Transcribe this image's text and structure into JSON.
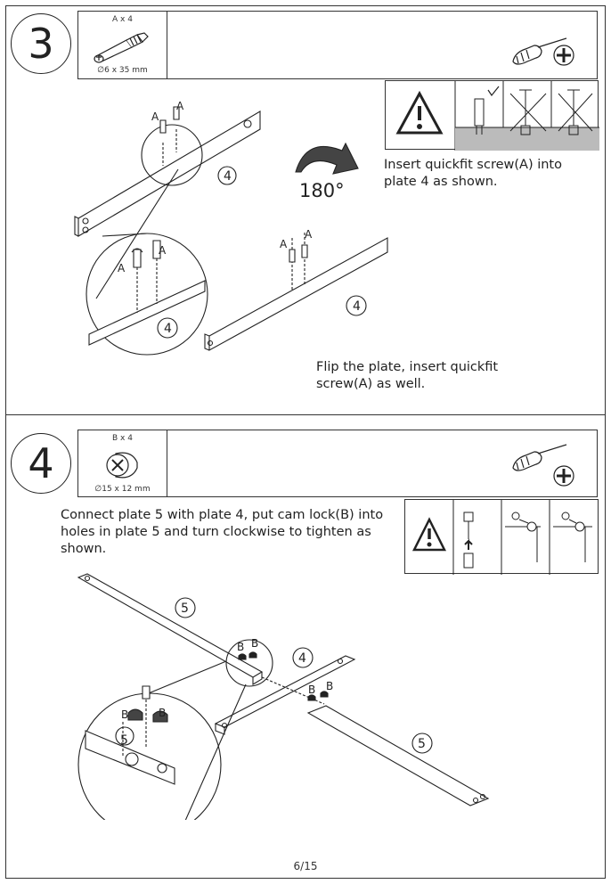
{
  "step3": {
    "number": "3",
    "part": {
      "qty": "A x 4",
      "size": "∅6 x 35 mm"
    },
    "rotation": "180°",
    "instruction_1": "Insert quickfit screw(A) into plate 4 as shown.",
    "instruction_2": "Flip the plate, insert quickfit screw(A) as well.",
    "labels": {
      "screw": "A",
      "plate": "4"
    }
  },
  "step4": {
    "number": "4",
    "part": {
      "qty": "B x 4",
      "size": "∅15 x 12 mm"
    },
    "instruction": "Connect plate 5 with plate 4, put cam lock(B) into holes in plate 5 and turn clockwise to tighten as shown.",
    "labels": {
      "cam": "B",
      "plate4": "4",
      "plate5": "5"
    }
  },
  "footer": {
    "page": "6/15"
  },
  "icons": [
    "screwdriver-icon",
    "phillips-head-icon",
    "warning-icon",
    "quickfit-screw-icon",
    "cam-lock-icon"
  ]
}
